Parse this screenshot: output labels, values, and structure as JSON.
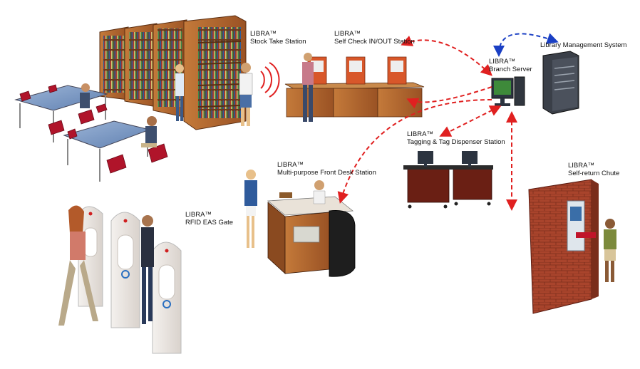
{
  "diagram": {
    "brand": "LIBRA™",
    "nodes": {
      "stock_take": {
        "brand": "LIBRA™",
        "name": "Stock Take Station"
      },
      "self_check": {
        "brand": "LIBRA™",
        "name": "Self Check IN/OUT Station"
      },
      "branch_server": {
        "brand": "LIBRA™",
        "name": "Branch Server"
      },
      "lms": {
        "name": "Library Management System"
      },
      "tagging": {
        "brand": "LIBRA™",
        "name": "Tagging & Tag Dispenser Station"
      },
      "front_desk": {
        "brand": "LIBRA™",
        "name": "Multi-purpose Front Desk Station"
      },
      "self_return": {
        "brand": "LIBRA™",
        "name": "Self-return Chute"
      },
      "eas_gate": {
        "brand": "LIBRA™",
        "name": "RFID EAS Gate"
      }
    },
    "colors": {
      "server_link": "#e02020",
      "lms_link": "#1a3fc4",
      "wood": "#b5652b",
      "brick": "#a9442c",
      "kiosk": "#d8572a",
      "chair": "#b0142a"
    }
  }
}
